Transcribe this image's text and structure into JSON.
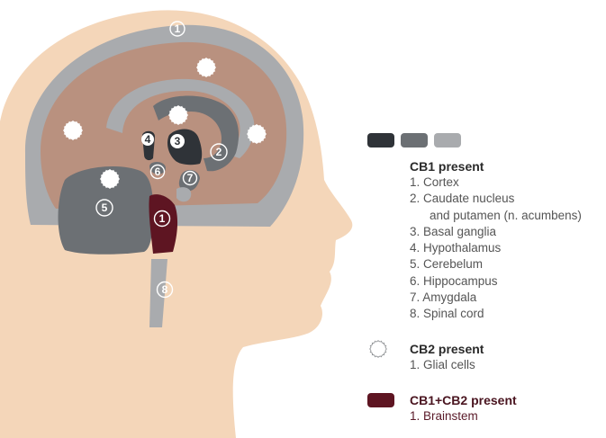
{
  "colors": {
    "skin": "#f4d6b9",
    "brain": "#b9917f",
    "cortex_band": "#a9abae",
    "dark_region": "#2f3338",
    "medium_region": "#6c7074",
    "light_region": "#a9abae",
    "brainstem": "#5e1522",
    "cb2_marker": "#ffffff"
  },
  "legend": {
    "swatches": [
      "#2f3338",
      "#6c7074",
      "#a9abae"
    ],
    "cb1": {
      "heading": "CB1 present",
      "items": [
        "1. Cortex",
        "2. Caudate nucleus",
        "and putamen (n. acumbens)",
        "3. Basal ganglia",
        "4. Hypothalamus",
        "5. Cerebelum",
        "6. Hippocampus",
        "7.  Amygdala",
        "8. Spinal cord"
      ]
    },
    "cb2": {
      "heading": "CB2 present",
      "icon": "white-splat-icon",
      "items": [
        "1. Glial cells"
      ]
    },
    "cb1_cb2": {
      "heading": "CB1+CB2 present",
      "color": "#5e1522",
      "items": [
        "1. Brainstem"
      ]
    }
  },
  "markers": {
    "cortex": "1",
    "caudate": "2",
    "basal_ganglia": "3",
    "hypothalamus": "4",
    "cerebellum": "5",
    "hippocampus": "6",
    "amygdala": "7",
    "spinal_cord": "8",
    "brainstem": "1"
  }
}
